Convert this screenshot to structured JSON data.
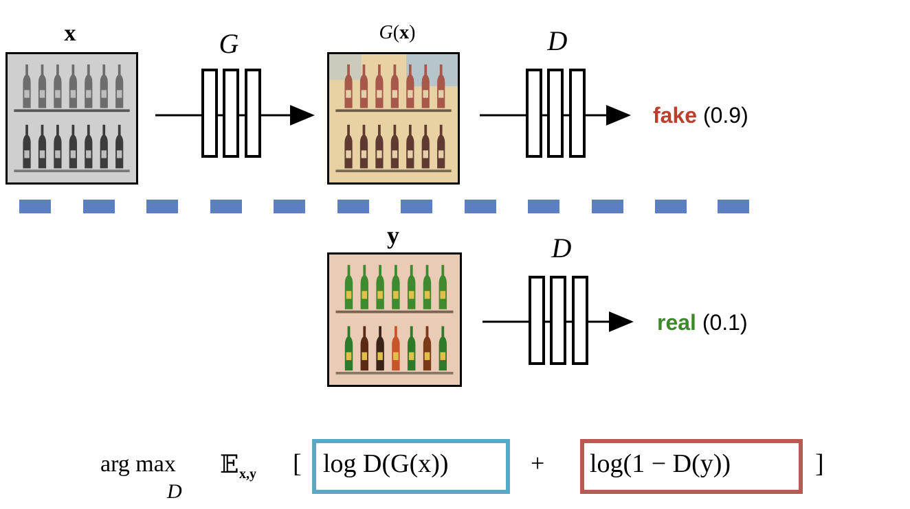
{
  "labels": {
    "input": "x",
    "generator": "G",
    "generated": "G(x)",
    "discriminator_top": "D",
    "real_input": "y",
    "discriminator_bottom": "D"
  },
  "outputs": {
    "top": {
      "word": "fake",
      "score": "(0.9)",
      "color": "#b8402c"
    },
    "bottom": {
      "word": "real",
      "score": "(0.1)",
      "color": "#3e8a2a"
    }
  },
  "separator": {
    "color": "#5b7fbf"
  },
  "formula": {
    "argmax": "arg max",
    "argmax_sub": "D",
    "expectation": "𝔼",
    "expectation_sub": "x,y",
    "open_bracket": "[",
    "term1": "log D(G(x))",
    "plus": "+",
    "term2": "log(1 − D(y))",
    "close_bracket": "]",
    "term1_box_color": "#5aa8c6",
    "term2_box_color": "#b85a52"
  },
  "icons": {
    "input_image": "grayscale-bottles-image",
    "generated_image": "colorized-bottles-image",
    "real_image": "real-bottles-image"
  }
}
